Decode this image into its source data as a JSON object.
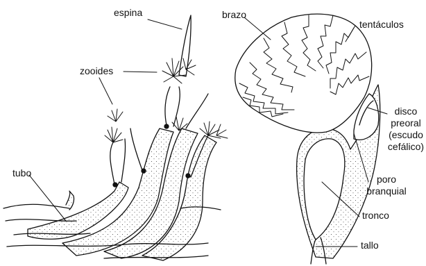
{
  "labels": {
    "espina": "espina",
    "zooides": "zooides",
    "tubo": "tubo",
    "brazo": "brazo",
    "tentaculos": "tentáculos",
    "disco_preoral": [
      "disco",
      "preoral",
      "(escudo",
      "cefálico)"
    ],
    "poro_branquial": [
      "poro",
      "branquial"
    ],
    "tronco": "tronco",
    "tallo": "tallo"
  },
  "colors": {
    "ink": "#111111",
    "background": "#ffffff"
  }
}
